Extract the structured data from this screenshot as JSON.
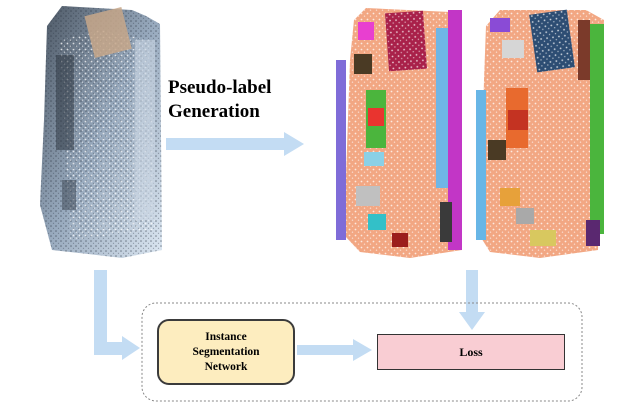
{
  "stage_label": [
    "Pseudo-label",
    "Generation"
  ],
  "network_box": [
    "Instance",
    "Segmentation",
    "Network"
  ],
  "loss_box": "Loss",
  "panels": [
    {
      "name": "input-point-cloud",
      "style": "grayscale-blue"
    },
    {
      "name": "pseudo-label-cloud",
      "style": "colored-instances"
    },
    {
      "name": "ground-truth-cloud",
      "style": "colored-instances"
    }
  ],
  "colors": {
    "arrow": "#c3dcf3",
    "floor": "#f2a783",
    "network_fill": "#fdedbf",
    "loss_fill": "#f9cdd3",
    "dashed_border": "#888888"
  }
}
